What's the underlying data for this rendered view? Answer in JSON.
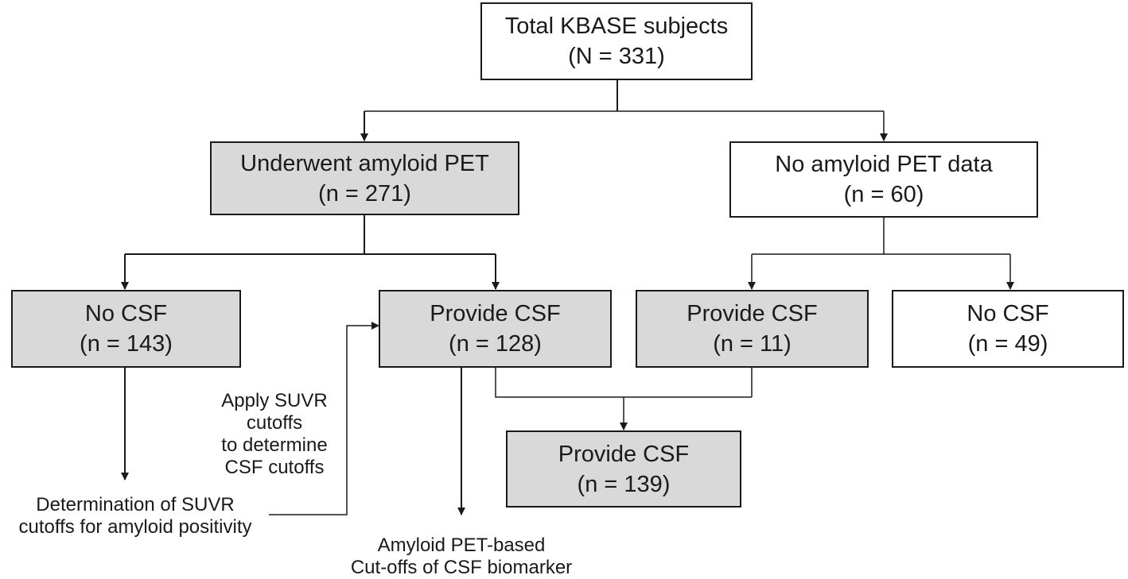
{
  "nodes": {
    "total": {
      "title": "Total KBASE subjects",
      "count": "(N = 331)"
    },
    "amyloid_pet": {
      "title": "Underwent amyloid PET",
      "count": "(n = 271)"
    },
    "no_amyloid_pet": {
      "title": "No amyloid PET data",
      "count": "(n = 60)"
    },
    "no_csf_pet": {
      "title": "No CSF",
      "count": "(n = 143)"
    },
    "provide_csf_pet": {
      "title": "Provide CSF",
      "count": "(n = 128)"
    },
    "provide_csf_nopet": {
      "title": "Provide CSF",
      "count": "(n = 11)"
    },
    "no_csf_nopet": {
      "title": "No CSF",
      "count": "(n = 49)"
    },
    "provide_csf_total": {
      "title": "Provide CSF",
      "count": "(n = 139)"
    }
  },
  "annotations": {
    "apply_suvr": {
      "line1": "Apply SUVR",
      "line2": "cutoffs",
      "line3": "to determine",
      "line4": "CSF cutoffs"
    },
    "determination": {
      "line1": "Determination of SUVR",
      "line2": "cutoffs for amyloid positivity"
    },
    "pet_based": {
      "line1": "Amyloid PET-based",
      "line2": "Cut-offs of CSF biomarker"
    }
  }
}
